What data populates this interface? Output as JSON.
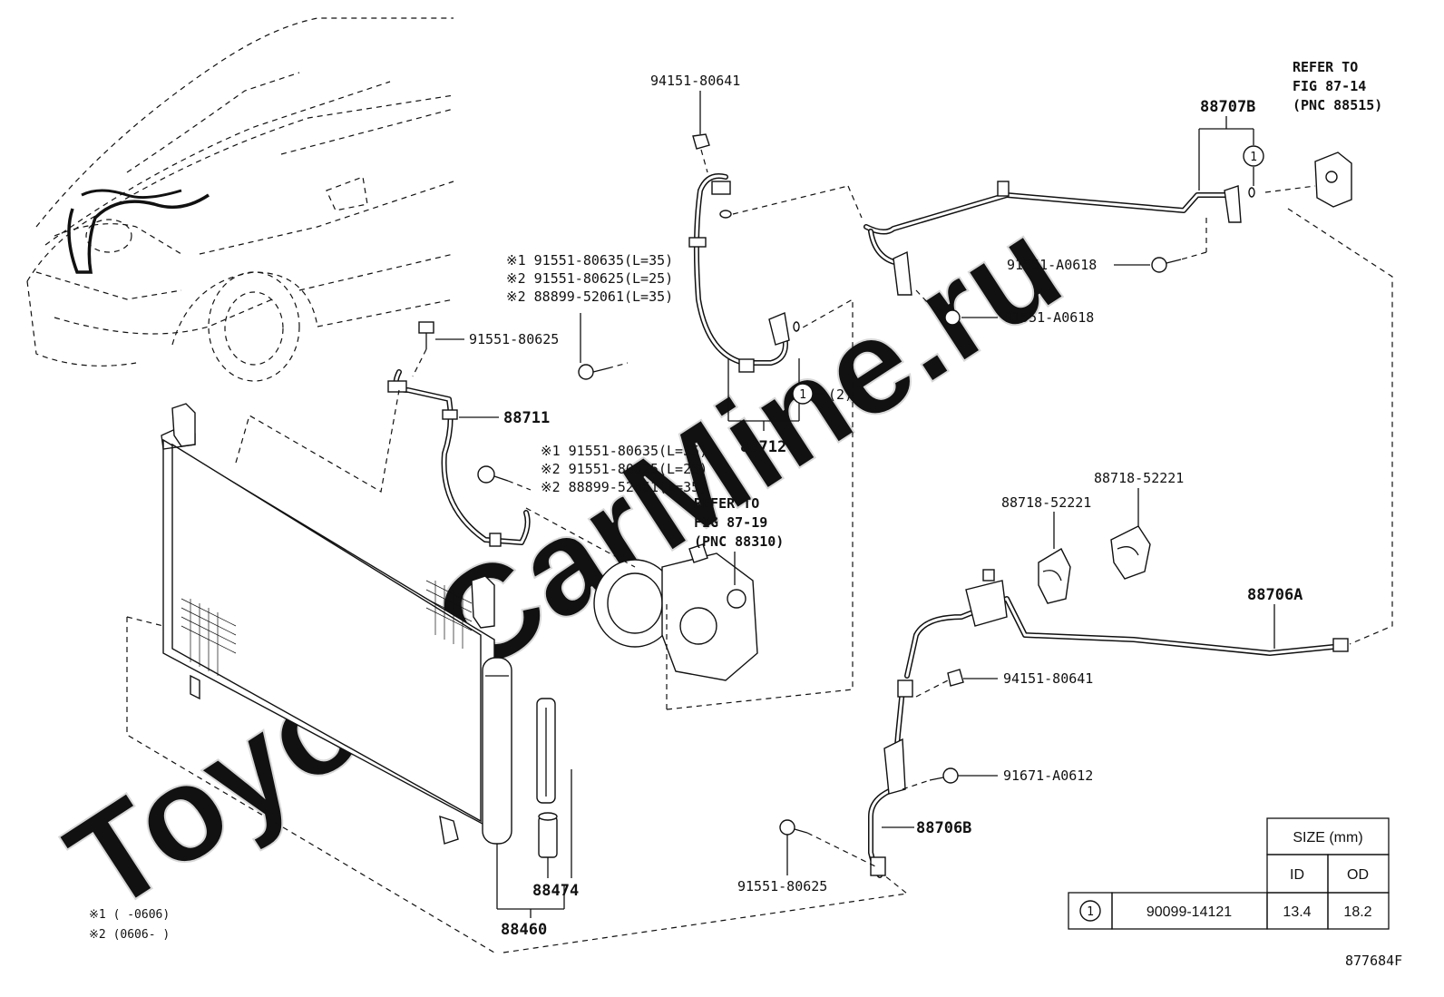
{
  "watermark": "ToyotaCarMine.ru",
  "figure_code": "877684F",
  "parts": {
    "p94151_top": "94151-80641",
    "p91551_80625_a": "91551-80625",
    "p88711": "88711",
    "p88712": "88712",
    "p88707B": "88707B",
    "p91551_A0618_a": "91551-A0618",
    "p91551_A0618_b": "91551-A0618",
    "p88718_a": "88718-52221",
    "p88718_b": "88718-52221",
    "p88706A": "88706A",
    "p94151_mid": "94151-80641",
    "p91671": "91671-A0612",
    "p88706B": "88706B",
    "p91551_80625_b": "91551-80625",
    "p88474": "88474",
    "p88460": "88460",
    "ring_note": "(2)"
  },
  "bolt_group_1": [
    {
      "mark": "※1",
      "code": "91551-80635",
      "len": "(L=35)"
    },
    {
      "mark": "※2",
      "code": "91551-80625",
      "len": "(L=25)"
    },
    {
      "mark": "※2",
      "code": "88899-52061",
      "len": "(L=35)"
    }
  ],
  "bolt_group_2": [
    {
      "mark": "※1",
      "code": "91551-80635",
      "len": "(L=35)"
    },
    {
      "mark": "※2",
      "code": "91551-80625",
      "len": "(L=25)"
    },
    {
      "mark": "※2",
      "code": "88899-52061",
      "len": "(L=35)"
    }
  ],
  "refer_expansion": [
    "REFER TO",
    "FIG 87-14",
    "(PNC 88515)"
  ],
  "refer_compressor": [
    "REFER TO",
    "FIG 87-19",
    "(PNC 88310)"
  ],
  "footnotes": [
    {
      "mark": "※1",
      "text": "(      -0606)"
    },
    {
      "mark": "※2",
      "text": "(0606-      )"
    }
  ],
  "ring_symbol": "1",
  "size_table": {
    "header": "SIZE (mm)",
    "col_id": "ID",
    "col_od": "OD",
    "rows": [
      {
        "symbol": "1",
        "part_no": "90099-14121",
        "id": "13.4",
        "od": "18.2"
      }
    ]
  }
}
